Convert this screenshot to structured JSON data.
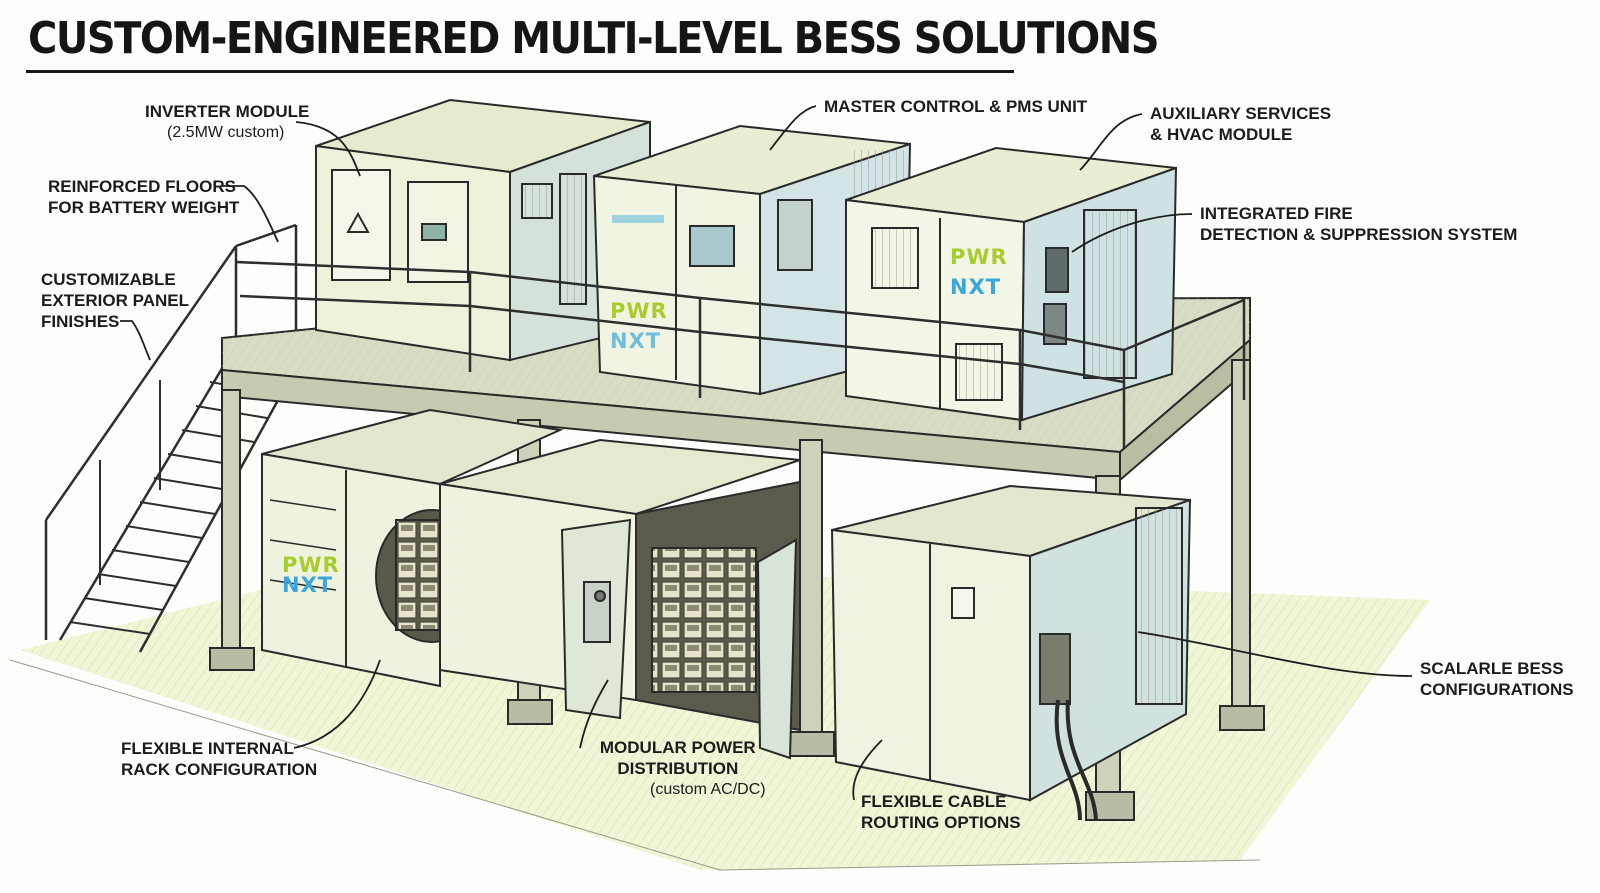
{
  "title": "CUSTOM-ENGINEERED MULTI-LEVEL BESS SOLUTIONS",
  "brand": {
    "word1": "PWR",
    "word2": "NXT",
    "color1": "#a8cc2c",
    "color2": "#3aa6dc"
  },
  "palette": {
    "container_light": "#eef2d8",
    "container_shade": "#cfe0e6",
    "frame": "#c9cdb6",
    "ink": "#2a2a2a",
    "ground": "#e8f0c4"
  },
  "callouts": {
    "inverter": {
      "line1": "INVERTER MODULE",
      "line2": "(2.5MW custom)"
    },
    "master_control": {
      "line1": "MASTER CONTROL & PMS UNIT"
    },
    "auxiliary": {
      "line1": "AUXILIARY SERVICES",
      "line2": "& HVAC MODULE"
    },
    "reinforced": {
      "line1": "REINFORCED FLOORS",
      "line2": "FOR BATTERY WEIGHT"
    },
    "fire": {
      "line1": "INTEGRATED FIRE",
      "line2": "DETECTION & SUPPRESSION SYSTEM"
    },
    "exterior": {
      "line1": "CUSTOMIZABLE",
      "line2": "EXTERIOR PANEL",
      "line3": "FINISHES"
    },
    "scalable": {
      "line1": "SCALARLE BESS",
      "line2": "CONFIGURATIONS"
    },
    "rack": {
      "line1": "FLEXIBLE INTERNAL",
      "line2": "RACK CONFIGURATION"
    },
    "power_dist": {
      "line1": "MODULAR POWER",
      "line2": "DISTRIBUTION",
      "line3": "(custom AC/DC)"
    },
    "cable": {
      "line1": "FLEXIBLE CABLE",
      "line2": "ROUTING OPTIONS"
    }
  }
}
